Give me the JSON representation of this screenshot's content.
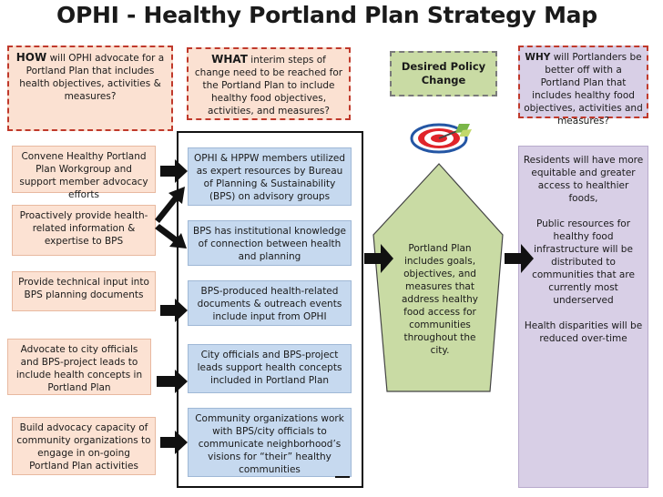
{
  "title": "OPHI - Healthy Portland Plan Strategy Map",
  "headers": {
    "how": {
      "keyword": "HOW",
      "text": " will OPHI advocate for a Portland Plan that includes health objectives, activities & measures?"
    },
    "what": {
      "keyword": "WHAT",
      "text": " interim steps of change need to be reached for the Portland Plan to include healthy food objectives, activities, and measures?"
    },
    "desired": "Desired Policy Change",
    "why": {
      "keyword": "WHY",
      "text": " will Portlanders be better off with a Portland Plan that includes healthy food objectives, activities and measures?"
    }
  },
  "how_items": [
    "Convene Healthy Portland Plan Workgroup and support member advocacy efforts",
    "Proactively provide health-related information & expertise to BPS",
    "Provide technical input into BPS planning documents",
    "Advocate to city officials and BPS-project leads to include health concepts in Portland Plan",
    "Build advocacy capacity of community organizations to engage in on-going Portland Plan activities"
  ],
  "what_items": [
    "OPHI & HPPW members utilized as expert resources by Bureau of Planning & Sustainability (BPS) on advisory groups",
    "BPS has institutional knowledge of connection between health and planning",
    "BPS-produced health-related documents & outreach events include input from OPHI",
    "City officials and BPS-project leads support health concepts included in Portland Plan",
    "Community organizations work with BPS/city officials to communicate neighborhood’s visions for “their” healthy communities"
  ],
  "policy_change": "Portland Plan includes goals, objectives, and measures that address healthy food access for communities throughout the city.",
  "why_outcomes": [
    "Residents will have more equitable and greater access to healthier foods,",
    "Public resources for healthy food infrastructure will be distributed to communities that are currently most underserved",
    "Health disparities will be reduced over-time"
  ],
  "icons": {
    "target": "bullseye-target-icon",
    "arrow": "block-arrow-right-icon"
  },
  "colors": {
    "how": "#fce2d3",
    "what": "#c6d9ef",
    "desired": "#c9dba4",
    "why": "#d8cfe6",
    "dashed_border": "#c0392b"
  }
}
